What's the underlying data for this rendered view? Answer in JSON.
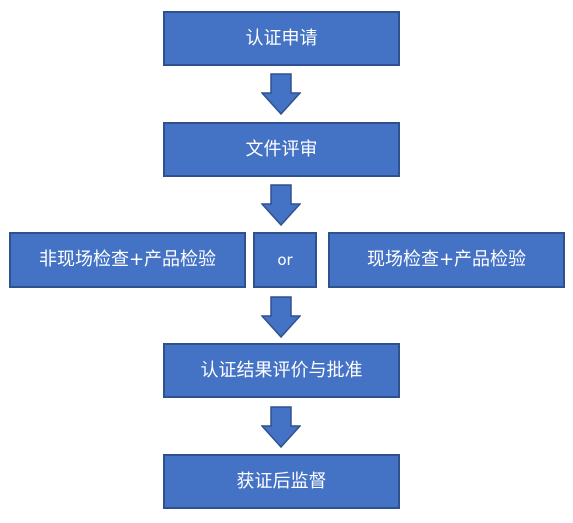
{
  "flowchart": {
    "steps": {
      "application": "认证申请",
      "document_review": "文件评审",
      "option_non_onsite": "非现场检查+产品检验",
      "connector": "or",
      "option_onsite": "现场检查+产品检验",
      "evaluation_approval": "认证结果评价与批准",
      "post_certification": "获证后监督"
    },
    "colors": {
      "box_fill": "#4472C4",
      "box_border": "#2F528F",
      "text": "#FFFFFF"
    }
  }
}
